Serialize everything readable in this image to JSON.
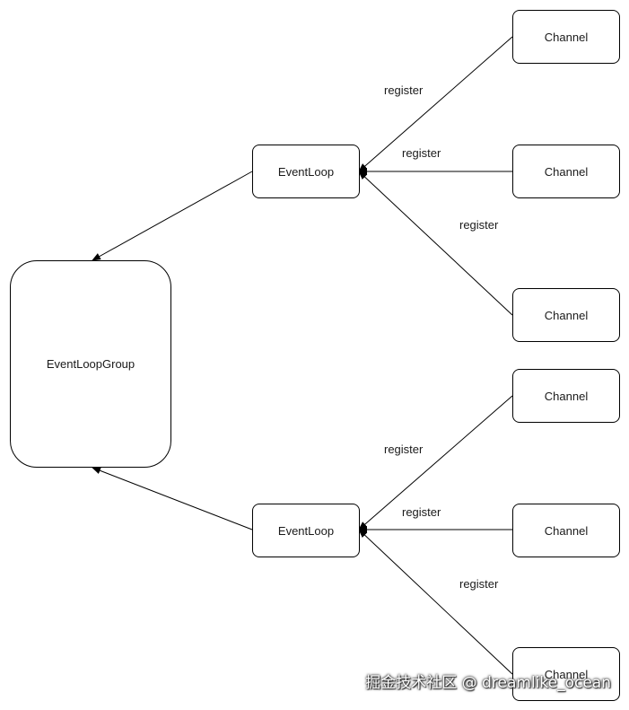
{
  "diagram": {
    "group": {
      "label": "EventLoopGroup"
    },
    "event_loops": [
      {
        "label": "EventLoop"
      },
      {
        "label": "EventLoop"
      }
    ],
    "channels": [
      {
        "label": "Channel"
      },
      {
        "label": "Channel"
      },
      {
        "label": "Channel"
      },
      {
        "label": "Channel"
      },
      {
        "label": "Channel"
      },
      {
        "label": "Channel"
      }
    ],
    "edge_labels": [
      "register",
      "register",
      "register",
      "register",
      "register",
      "register"
    ]
  },
  "watermark": {
    "text": "掘金技术社区 @ dreamlike_ocean"
  }
}
